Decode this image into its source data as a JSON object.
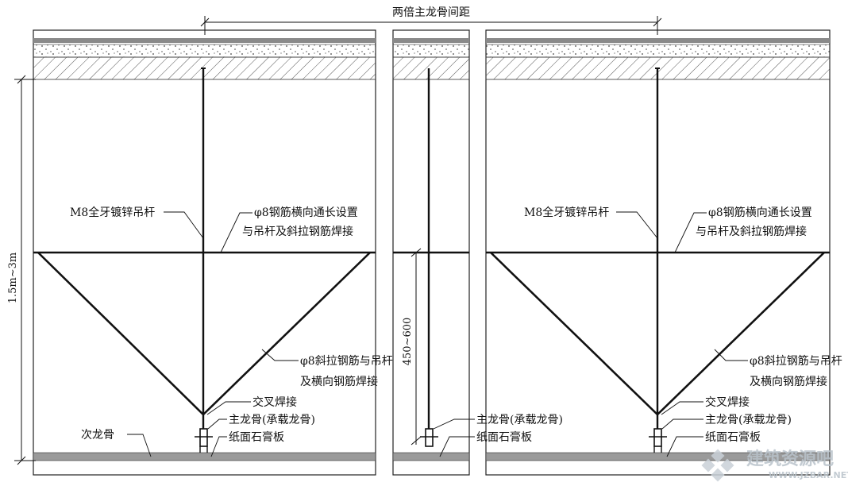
{
  "top_dimension": "两倍主龙骨间距",
  "left_dimension": "1.5m~3m",
  "middle_dimension": "450~600",
  "labels": {
    "left_rod": "M8全牙镀锌吊杆",
    "left_rebar_line1": "φ8钢筋横向通长设置",
    "left_rebar_line2": "与吊杆及斜拉钢筋焊接",
    "left_diag_line1": "φ8斜拉钢筋与吊杆",
    "left_diag_line2": "及横向钢筋焊接",
    "left_cross": "交叉焊接",
    "left_main": "主龙骨(承载龙骨)",
    "left_board": "纸面石膏板",
    "left_secondary": "次龙骨",
    "mid_main": "主龙骨(承载龙骨)",
    "mid_board": "纸面石膏板",
    "right_rod": "M8全牙镀锌吊杆",
    "right_rebar_line1": "φ8钢筋横向通长设置",
    "right_rebar_line2": "与吊杆及斜拉钢筋焊接",
    "right_diag_line1": "φ8斜拉钢筋与吊杆",
    "right_diag_line2": "及横向钢筋焊接",
    "right_cross": "交叉焊接",
    "right_main": "主龙骨(承载龙骨)",
    "right_board": "纸面石膏板"
  },
  "watermark": {
    "text": "建筑资源吧",
    "url": "WWW.JZBAR.NET"
  }
}
